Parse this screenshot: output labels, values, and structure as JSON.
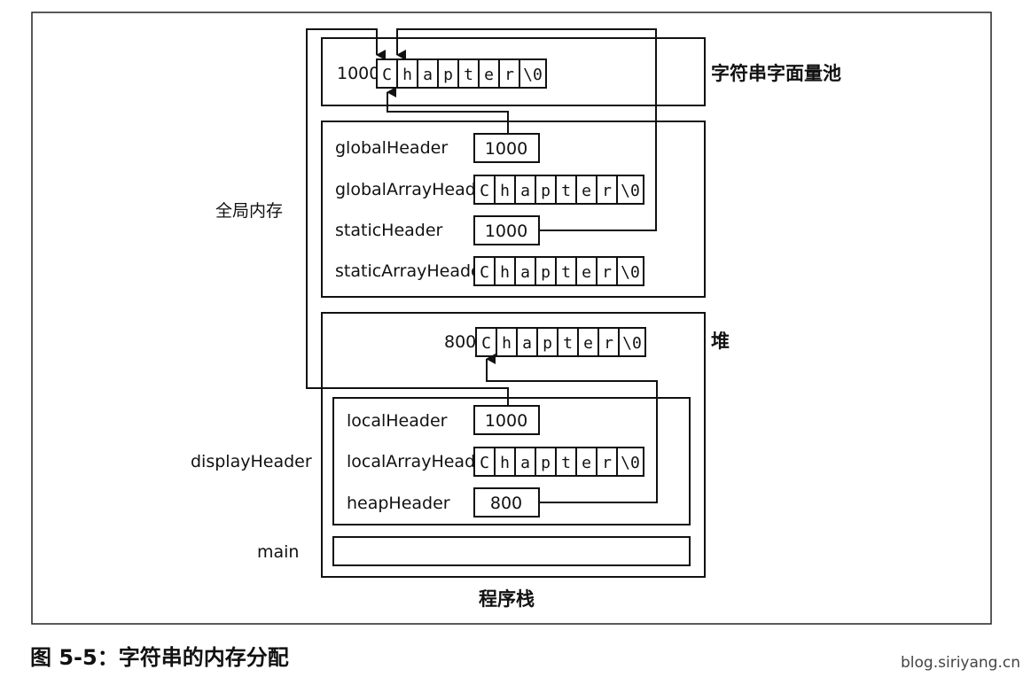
{
  "diagram": {
    "memory": {
      "literal_pool": {
        "label": "字符串字面量池",
        "address": "1000",
        "chars": [
          "C",
          "h",
          "a",
          "p",
          "t",
          "e",
          "r",
          "\\0"
        ]
      },
      "global": {
        "label": "全局内存",
        "vars": [
          {
            "name": "globalHeader",
            "value": "1000"
          },
          {
            "name": "globalArrayHeader",
            "chars": [
              "C",
              "h",
              "a",
              "p",
              "t",
              "e",
              "r",
              "\\0"
            ]
          },
          {
            "name": "staticHeader",
            "value": "1000"
          },
          {
            "name": "staticArrayHeader",
            "chars": [
              "C",
              "h",
              "a",
              "p",
              "t",
              "e",
              "r",
              "\\0"
            ]
          }
        ]
      },
      "heap": {
        "label": "堆",
        "address": "800",
        "chars": [
          "C",
          "h",
          "a",
          "p",
          "t",
          "e",
          "r",
          "\\0"
        ]
      },
      "stack": {
        "label": "程序栈",
        "frames": [
          {
            "name": "displayHeader",
            "vars": [
              {
                "name": "localHeader",
                "value": "1000"
              },
              {
                "name": "localArrayHeader",
                "chars": [
                  "C",
                  "h",
                  "a",
                  "p",
                  "t",
                  "e",
                  "r",
                  "\\0"
                ]
              },
              {
                "name": "heapHeader",
                "value": "800"
              }
            ]
          },
          {
            "name": "main"
          }
        ]
      }
    },
    "caption": "图 5-5：字符串的内存分配"
  },
  "watermark": "blog.siriyang.cn"
}
